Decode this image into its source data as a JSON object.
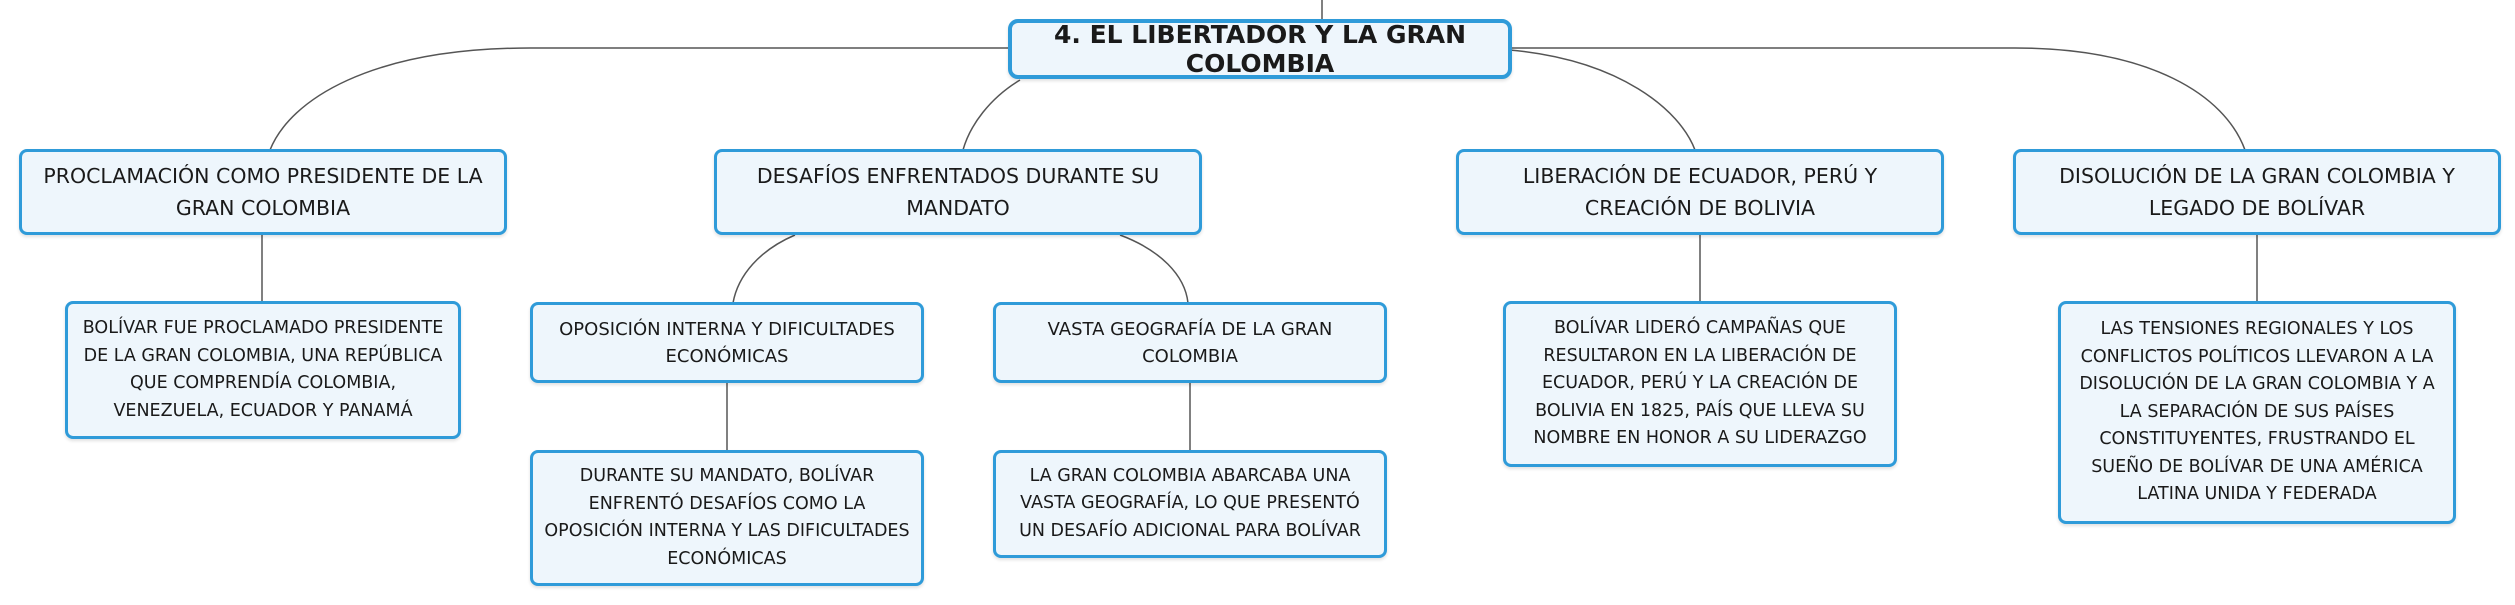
{
  "mindmap": {
    "root": "4. EL LIBERTADOR Y LA GRAN COLOMBIA",
    "branches": [
      {
        "label": "PROCLAMACIÓN COMO PRESIDENTE DE LA GRAN COLOMBIA",
        "detail": "BOLÍVAR FUE PROCLAMADO PRESIDENTE DE LA GRAN COLOMBIA, UNA REPÚBLICA QUE COMPRENDÍA COLOMBIA, VENEZUELA, ECUADOR Y PANAMÁ"
      },
      {
        "label": "DESAFÍOS ENFRENTADOS DURANTE SU MANDATO",
        "children": [
          {
            "label": "OPOSICIÓN INTERNA Y DIFICULTADES ECONÓMICAS",
            "detail": "DURANTE SU MANDATO, BOLÍVAR ENFRENTÓ DESAFÍOS COMO LA OPOSICIÓN INTERNA Y LAS DIFICULTADES ECONÓMICAS"
          },
          {
            "label": "VASTA GEOGRAFÍA DE LA GRAN COLOMBIA",
            "detail": "LA GRAN COLOMBIA ABARCABA UNA VASTA GEOGRAFÍA, LO QUE PRESENTÓ UN DESAFÍO ADICIONAL PARA BOLÍVAR"
          }
        ]
      },
      {
        "label": "LIBERACIÓN DE ECUADOR, PERÚ Y CREACIÓN DE BOLIVIA",
        "detail": "BOLÍVAR LIDERÓ CAMPAÑAS QUE RESULTARON EN LA LIBERACIÓN DE ECUADOR, PERÚ Y LA CREACIÓN DE BOLIVIA EN 1825, PAÍS QUE LLEVA SU NOMBRE EN HONOR A SU LIDERAZGO"
      },
      {
        "label": "DISOLUCIÓN DE LA GRAN COLOMBIA Y LEGADO DE BOLÍVAR",
        "detail": "LAS TENSIONES REGIONALES Y LOS CONFLICTOS POLÍTICOS LLEVARON A LA DISOLUCIÓN DE LA GRAN COLOMBIA Y A LA SEPARACIÓN DE SUS PAÍSES CONSTITUYENTES, FRUSTRANDO EL SUEÑO DE BOLÍVAR DE UNA AMÉRICA LATINA UNIDA Y FEDERADA"
      }
    ]
  },
  "colors": {
    "border": "#2f9bd9",
    "fill": "#eef6fc",
    "connector": "#555555"
  }
}
